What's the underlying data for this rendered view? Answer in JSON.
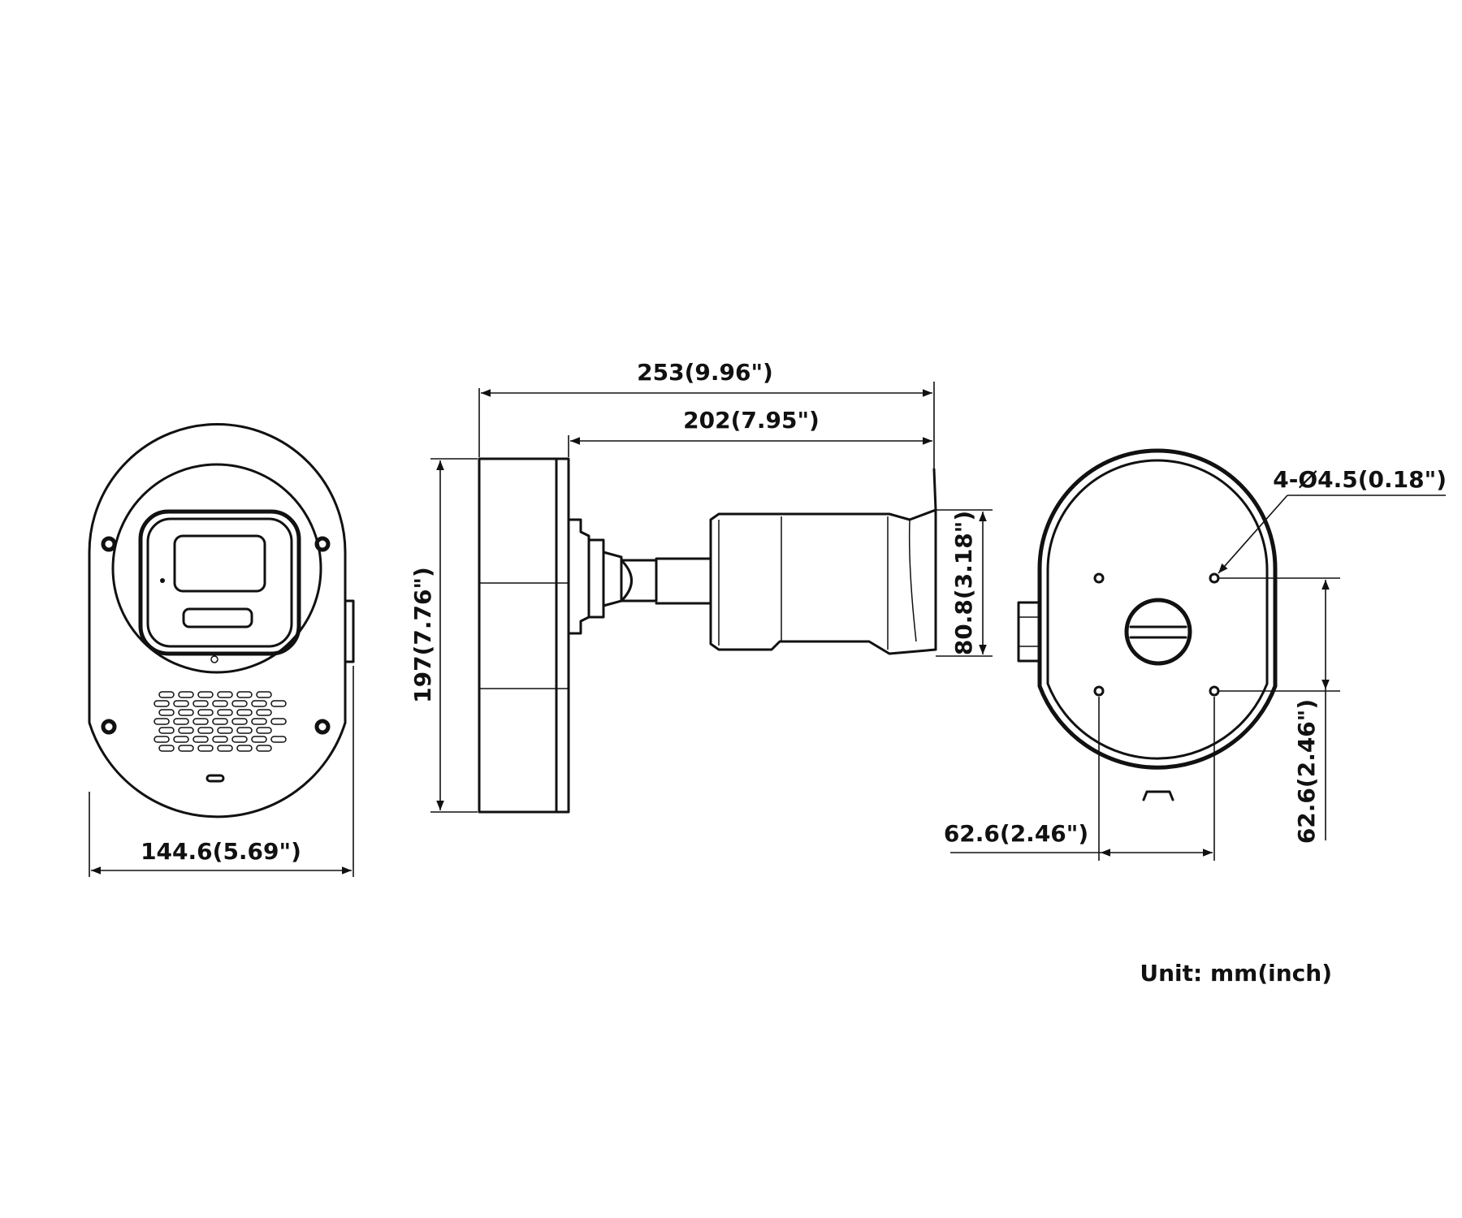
{
  "dimensions": {
    "front_width": "144.6(5.69\")",
    "total_length": "253(9.96\")",
    "body_length": "202(7.95\")",
    "total_height": "197(7.76\")",
    "body_height": "80.8(3.18\")",
    "hole_spec": "4-Ø4.5(0.18\")",
    "hole_spacing_h": "62.6(2.46\")",
    "hole_spacing_v": "62.6(2.46\")"
  },
  "unit_note": "Unit: mm(inch)"
}
